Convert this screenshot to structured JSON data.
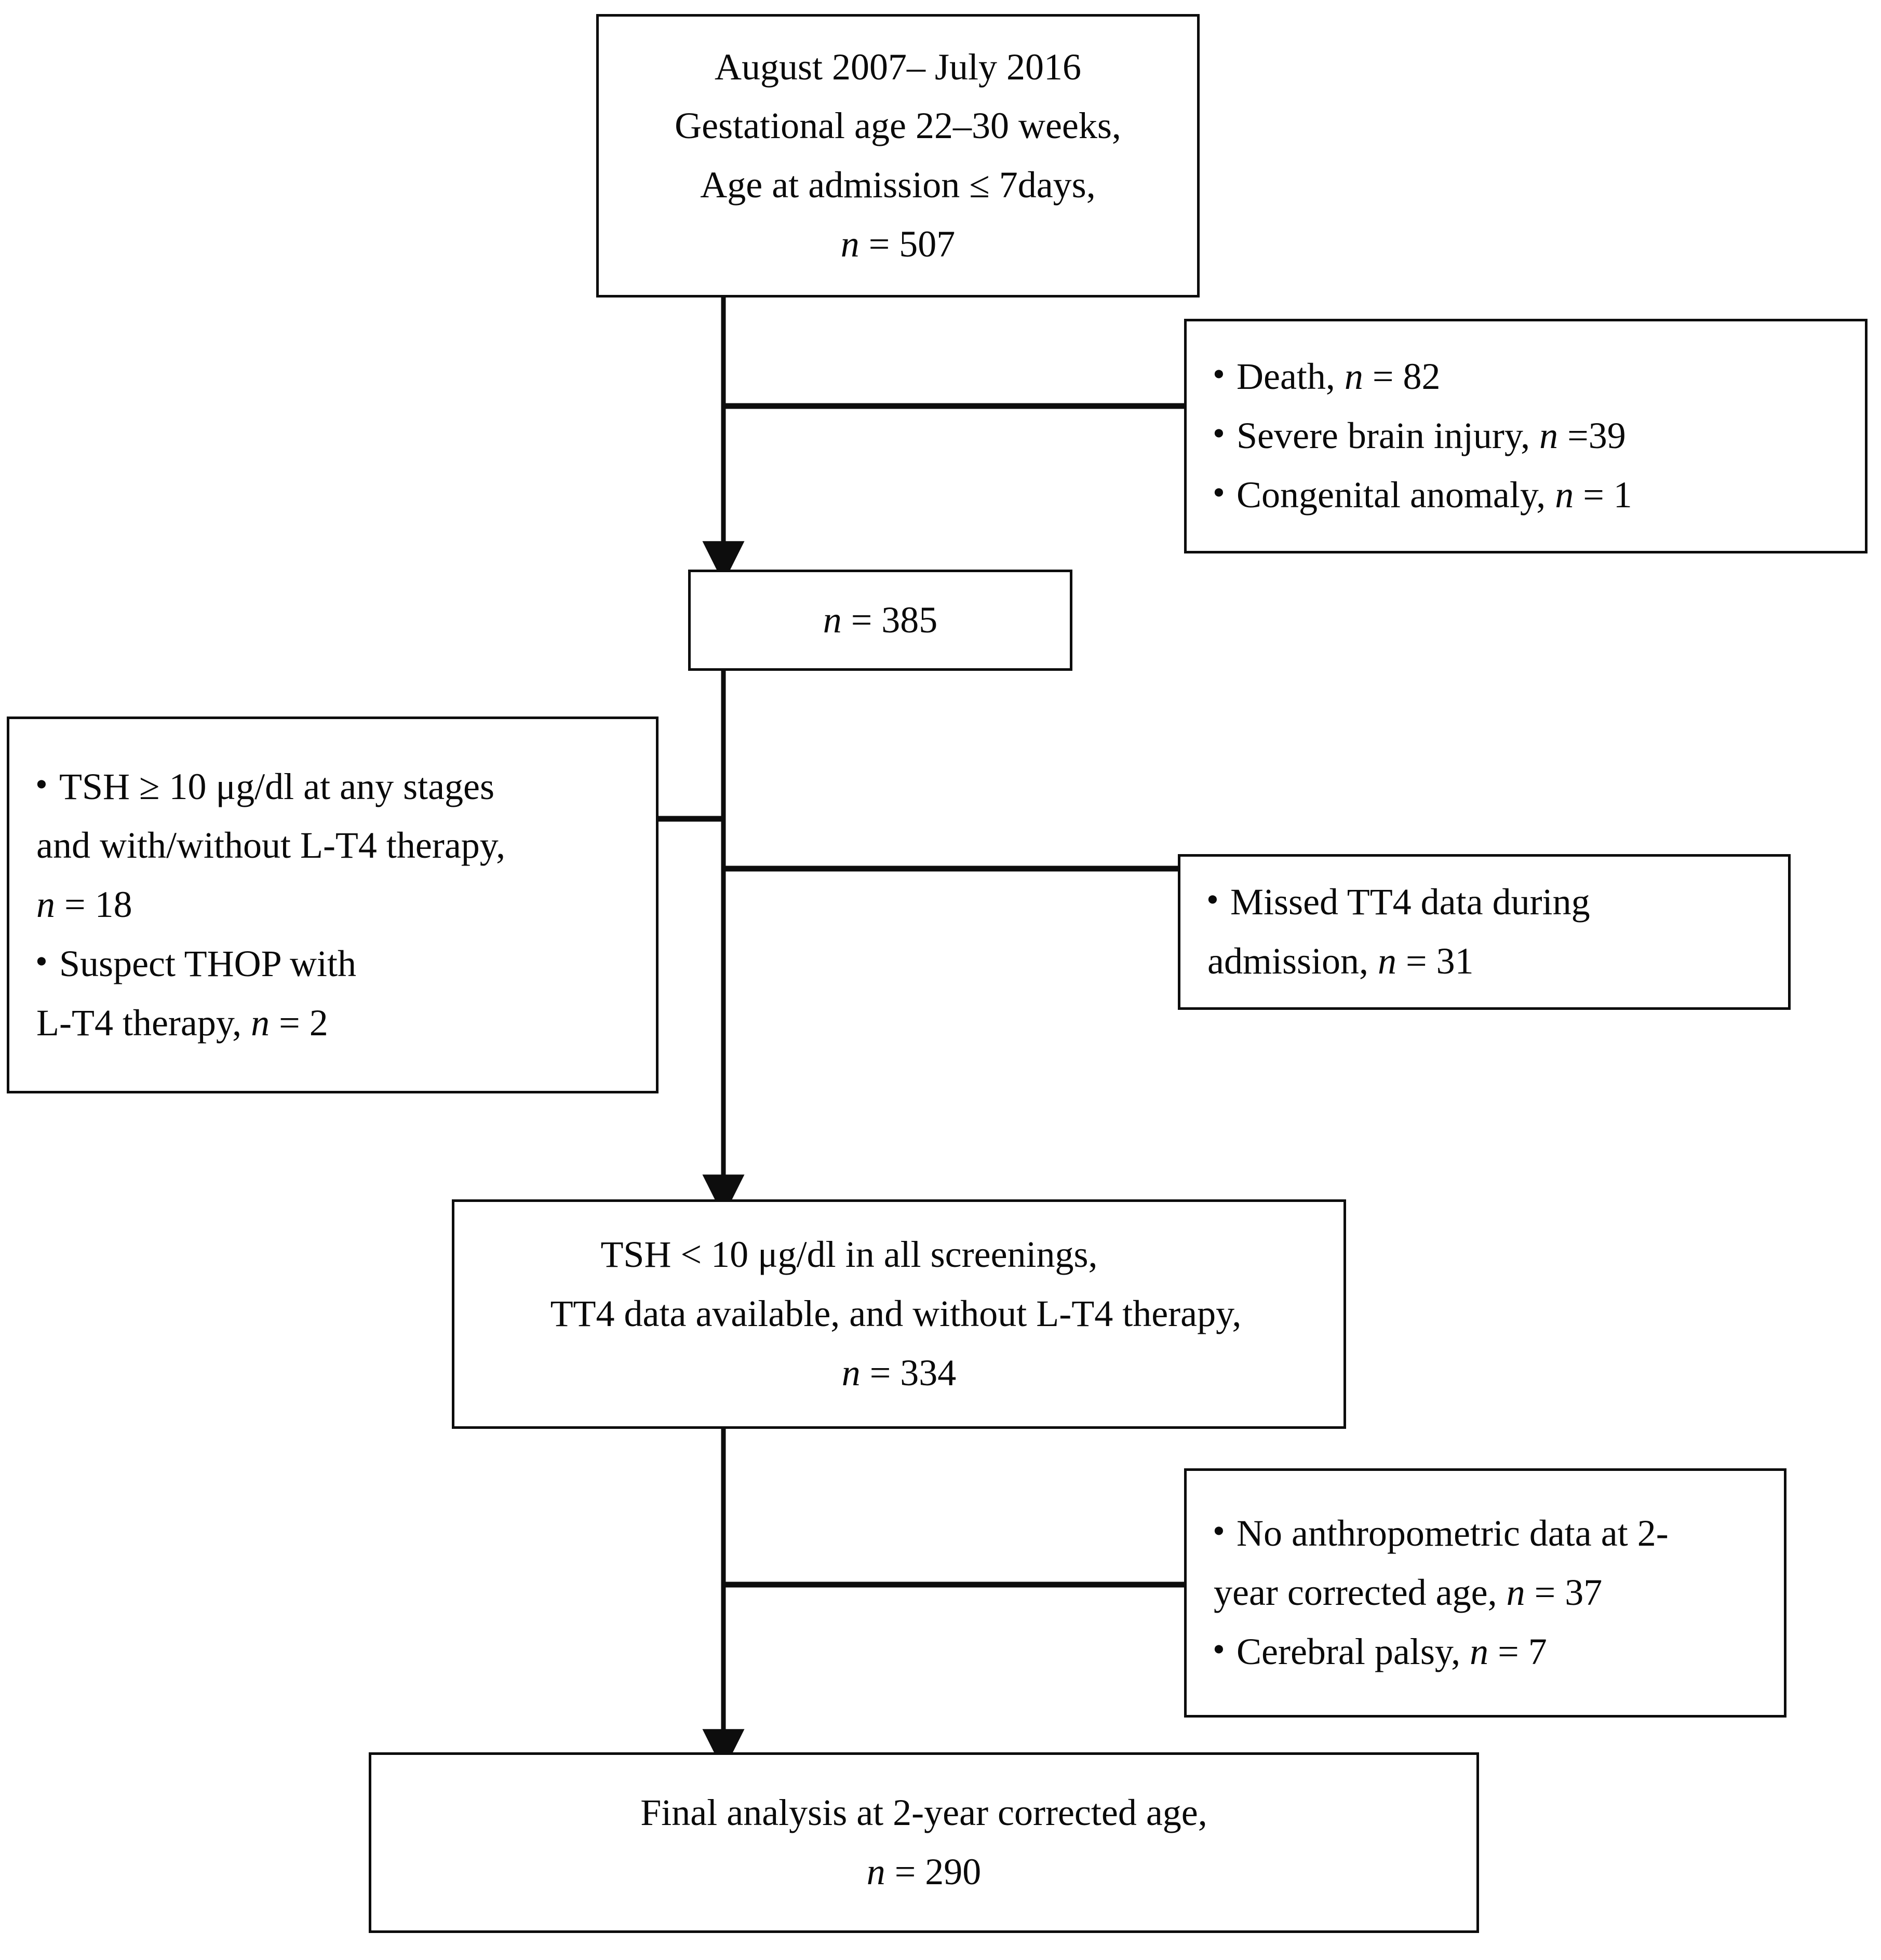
{
  "figure": {
    "type": "flowchart",
    "orientation": "vertical",
    "line_color": "#0d0d0d",
    "background": "#ffffff"
  },
  "nodes": {
    "enrollment": {
      "id": "enrollment-box",
      "lines": [
        "August 2007– July 2016",
        "Gestational age 22–30 weeks,",
        "Age at admission ≤ 7days,",
        "n = 507"
      ],
      "count_label": "n = 507",
      "count": 507
    },
    "excluded_1": {
      "id": "exclusion-box-1",
      "items": [
        "Death, n = 82",
        "Severe brain injury, n =39",
        "Congenital anomaly, n = 1"
      ],
      "counts": [
        82,
        39,
        1
      ]
    },
    "remaining_385": {
      "id": "remaining-box",
      "lines": [
        "n = 385"
      ],
      "count_label": "n = 385",
      "count": 385
    },
    "excluded_2_left": {
      "id": "exclusion-box-left",
      "items": [
        "TSH ≥ 10 μg/dl at any stages",
        "and with/without L-T4 therapy,",
        "n = 18",
        "Suspect THOP with",
        "L-T4 therapy, n = 2"
      ],
      "counts": [
        18,
        2
      ]
    },
    "excluded_2_right": {
      "id": "exclusion-box-2",
      "items": [
        "Missed TT4 data during",
        "admission, n = 31"
      ],
      "counts": [
        31
      ]
    },
    "eligible_334": {
      "id": "eligible-box",
      "lines": [
        "TSH < 10 μg/dl in all screenings,",
        "TT4 data available, and without L-T4 therapy,",
        "n = 334"
      ],
      "count_label": "n = 334",
      "count": 334
    },
    "excluded_3": {
      "id": "exclusion-box-3",
      "items": [
        "No anthropometric data at 2-",
        "year corrected age, n = 37",
        "Cerebral palsy, n = 7"
      ],
      "counts": [
        37,
        7
      ]
    },
    "final": {
      "id": "final-box",
      "lines": [
        "Final analysis at 2-year corrected age,",
        "n = 290"
      ],
      "count_label": "n = 290",
      "count": 290
    }
  },
  "text": {
    "enrollment_l1": "August 2007– July 2016",
    "enrollment_l2": "Gestational age 22–30 weeks,",
    "enrollment_l3a": "Age at admission",
    "enrollment_l3b": "≤ 7days,",
    "enrollment_n_italic": "n",
    "enrollment_n_rest": " = 507",
    "ex1_i1_text": "Death, ",
    "ex1_i1_n": "n",
    "ex1_i1_val": " = 82",
    "ex1_i2_text": "Severe brain injury, ",
    "ex1_i2_n": "n",
    "ex1_i2_val": " =39",
    "ex1_i3_text": "Congenital anomaly, ",
    "ex1_i3_n": "n",
    "ex1_i3_val": " = 1",
    "rem_n": "n",
    "rem_val": " = 385",
    "exL_i1a": "TSH ≥ 10 μg/dl at any stages",
    "exL_i1b": "and with/without L-T4 therapy,",
    "exL_i1n": "n",
    "exL_i1val": " = 18",
    "exL_i2a": "Suspect THOP with",
    "exL_i2b": "L-T4 therapy, ",
    "exL_i2n": "n",
    "exL_i2val": " = 2",
    "ex2_l1": "Missed TT4 data during",
    "ex2_l2a": "admission, ",
    "ex2_l2n": "n",
    "ex2_l2val": " = 31",
    "elig_l1": "TSH < 10 μg/dl in all screenings,",
    "elig_l2": "TT4 data available, and without L-T4 therapy,",
    "elig_n": "n",
    "elig_val": " = 334",
    "ex3_i1a": "No anthropometric data at 2-",
    "ex3_i1b": "year corrected age, ",
    "ex3_i1n": "n",
    "ex3_i1val": " = 37",
    "ex3_i2a": "Cerebral palsy, ",
    "ex3_i2n": "n",
    "ex3_i2val": " = 7",
    "final_l1": "Final analysis at 2-year corrected age,",
    "final_n": "n",
    "final_val": " = 290"
  }
}
